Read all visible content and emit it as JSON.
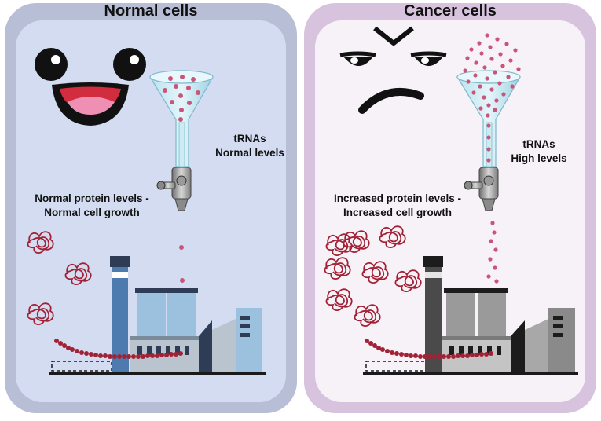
{
  "panels": {
    "normal": {
      "title": "Normal cells",
      "trna_label_1": "tRNAs",
      "trna_label_2": "Normal levels",
      "protein_label_1": "Normal protein levels -",
      "protein_label_2": "Normal cell growth",
      "face": "happy-face-icon",
      "colors": {
        "border": "#b8bed6",
        "fill": "#d3dcf0",
        "factory_accent": "#4d7bb0"
      }
    },
    "cancer": {
      "title": "Cancer cells",
      "trna_label_1": "tRNAs",
      "trna_label_2": "High levels",
      "protein_label_1": "Increased protein levels -",
      "protein_label_2": "Increased cell growth",
      "face": "angry-face-icon",
      "colors": {
        "border": "#d8c3de",
        "fill": "#f7f2f8",
        "factory_accent": "#6a6a6a"
      }
    }
  },
  "colors": {
    "trna_dot": "#c9567a",
    "protein": "#a32135"
  }
}
